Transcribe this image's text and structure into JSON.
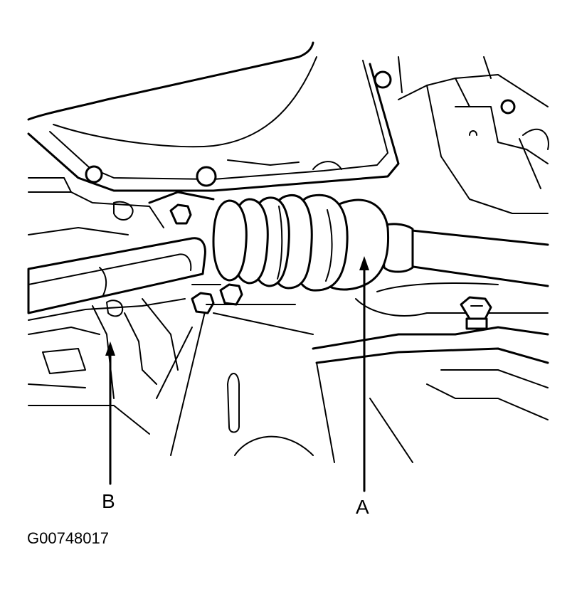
{
  "callouts": {
    "a": "A",
    "b": "B"
  },
  "figure_id": "G00748017"
}
